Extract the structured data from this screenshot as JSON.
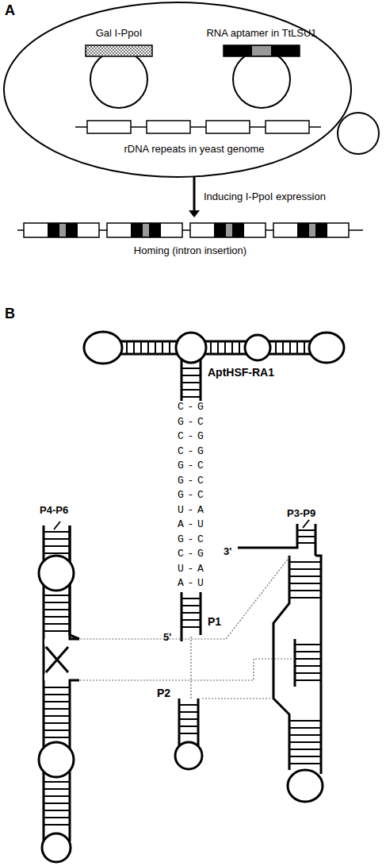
{
  "diagram": {
    "nodes": [
      {
        "text": [
          "Gal I-PpoI",
          "RNA aptamer in TtLSU1",
          "rDNA repeats in yeast genome"
        ]
      },
      {
        "text": [
          "Homing (intron insertion)"
        ]
      }
    ],
    "edges": [
      {
        "from": 0,
        "to": 1,
        "arrow": "to",
        "label": "Inducing I-PpoI expression"
      }
    ],
    "labels": [
      "A",
      "B",
      "AptHSF-RA1",
      "C-G",
      "G-C",
      "C-G",
      "C-G",
      "G-C",
      "G-C",
      "G-C",
      "U-A",
      "A-U",
      "G-C",
      "C-G",
      "U-A",
      "A-U",
      "P4-P6",
      "P3-P9",
      "3'",
      "P1",
      "5'",
      "P2"
    ]
  }
}
